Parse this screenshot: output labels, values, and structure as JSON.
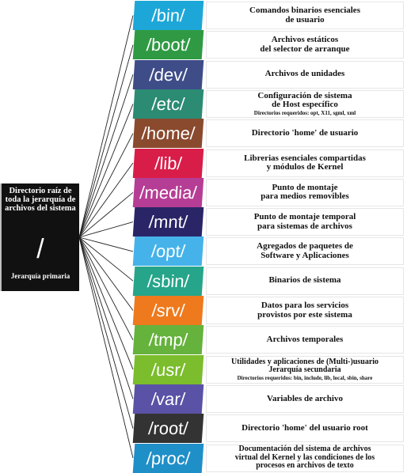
{
  "root": {
    "title": "Directorio raíz de toda la jerarquía de archivos del sistema",
    "symbol": "/",
    "subtitle": "Jerarquía primaria"
  },
  "directories": [
    {
      "path": "/bin/",
      "color": "#1da7d8",
      "desc": [
        "Comandos binarios esenciales",
        "de usuario"
      ]
    },
    {
      "path": "/boot/",
      "color": "#2f9a43",
      "desc": [
        "Archivos estáticos",
        "del selector de arranque"
      ]
    },
    {
      "path": "/dev/",
      "color": "#3e4d88",
      "desc": [
        "Archivos de unidades"
      ]
    },
    {
      "path": "/etc/",
      "color": "#2b8b73",
      "desc": [
        "Configuración de sistema",
        "de Host específico"
      ],
      "note": "Directorios requeridos: opt, X11, sgml, xml"
    },
    {
      "path": "/home/",
      "color": "#8a4a2e",
      "desc": [
        "Directorio 'home' de usuario"
      ]
    },
    {
      "path": "/lib/",
      "color": "#d81d49",
      "desc": [
        "Librerias esenciales compartidas",
        "y módulos de Kernel"
      ]
    },
    {
      "path": "/media/",
      "color": "#b63d95",
      "desc": [
        "Punto de montaje",
        "para medios removibles"
      ]
    },
    {
      "path": "/mnt/",
      "color": "#2a2566",
      "desc": [
        "Punto de montaje temporal",
        "para sistemas de archivos"
      ]
    },
    {
      "path": "/opt/",
      "color": "#45b3ea",
      "desc": [
        "Agregados de paquetes de",
        "Software y Aplicaciones"
      ]
    },
    {
      "path": "/sbin/",
      "color": "#26a58a",
      "desc": [
        "Binarios de sistema"
      ]
    },
    {
      "path": "/srv/",
      "color": "#ee7a1d",
      "desc": [
        "Datos para los servicios",
        "provistos por este sistema"
      ]
    },
    {
      "path": "/tmp/",
      "color": "#65b23c",
      "desc": [
        "Archivos temporales"
      ]
    },
    {
      "path": "/usr/",
      "color": "#7bbd2c",
      "desc": [
        "Utilidades y aplicaciones de (Multi-)usuario",
        "Jerarquía secundaria"
      ],
      "note": "Directorios requeridos: bin, include, lib, local, sbin, share"
    },
    {
      "path": "/var/",
      "color": "#5a52a6",
      "desc": [
        "Variables de archivo"
      ]
    },
    {
      "path": "/root/",
      "color": "#333333",
      "desc": [
        "Directorio 'home' del usuario root"
      ]
    },
    {
      "path": "/proc/",
      "color": "#1f8fc8",
      "desc": [
        "Documentación del sistema de archivos",
        "virtual del Kernel y las condiciones de los",
        "procesos en archivos de texto"
      ]
    }
  ]
}
